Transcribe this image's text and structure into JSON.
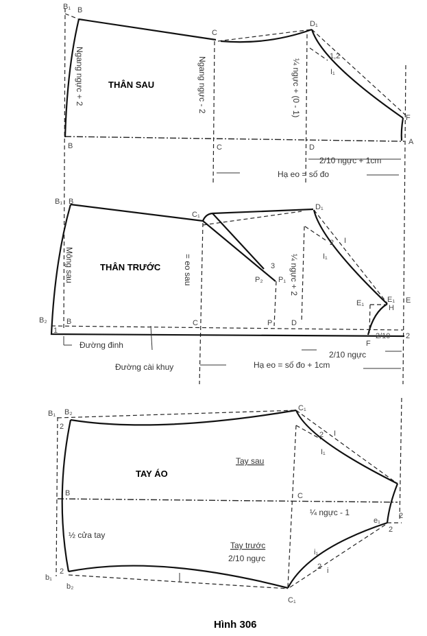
{
  "pieces": {
    "back": {
      "title": "THÂN  SAU",
      "labels": {
        "side": "Ngang ngực + 2",
        "mid": "Ngang ngực - 2",
        "armhole": "¼ ngực + (0 - 1)",
        "neck": "2/10 ngực + 1cm",
        "waist": "Hạ eo = số đo",
        "curve": "1,2"
      },
      "points": {
        "B1": "B₁",
        "B": "B",
        "C": "C",
        "D1": "D₁",
        "I1": "I₁",
        "F": "F",
        "A": "A",
        "Bb": "B",
        "Cb": "C",
        "Db": "D"
      }
    },
    "front": {
      "title": "THÂN  TRƯỚC",
      "labels": {
        "side": "Mông sau",
        "mid": "= eo sau",
        "armhole": "¼ ngực + 2",
        "neck": "2/10 ngực",
        "waist": "Hạ eo = số đo + 1cm",
        "button_line": "Đường đinh",
        "buttonhole_line": "Đường cài khuy",
        "small": "2/10",
        "two": "2",
        "dart": "3",
        "curve": "2",
        "I": "I"
      },
      "points": {
        "B": "B",
        "B1": "B₁",
        "B2": "B₂",
        "Bb": "B",
        "C1": "C₁",
        "C": "C",
        "P1": "P₁",
        "P2": "P₂",
        "P": "P",
        "D1": "D₁",
        "D": "D",
        "E1": "E₁",
        "E2": "E₁",
        "E": "E",
        "H": "H",
        "F": "F",
        "I1": "I₁",
        "one": "1"
      }
    },
    "sleeve": {
      "title": "TAY  ÁO",
      "labels": {
        "back": "Tay sau",
        "front": "Tay trước",
        "front_sub": "2/10 ngực",
        "cuff": "½ cửa tay",
        "cap": "¼ ngực - 1",
        "two_a": "2",
        "two_b": "2",
        "two_c": "2",
        "two_d": "2",
        "two_e": "2",
        "two_f": "2",
        "I": "I"
      },
      "points": {
        "B1": "B₁",
        "B2": "B₂",
        "B": "B",
        "b1": "b₁",
        "b2": "b₂",
        "C1": "C₁",
        "C": "C",
        "C2": "C₁",
        "e1": "e₁",
        "I1": "I₁",
        "i1": "i₁",
        "i": "i"
      }
    }
  },
  "caption": "Hình 306"
}
